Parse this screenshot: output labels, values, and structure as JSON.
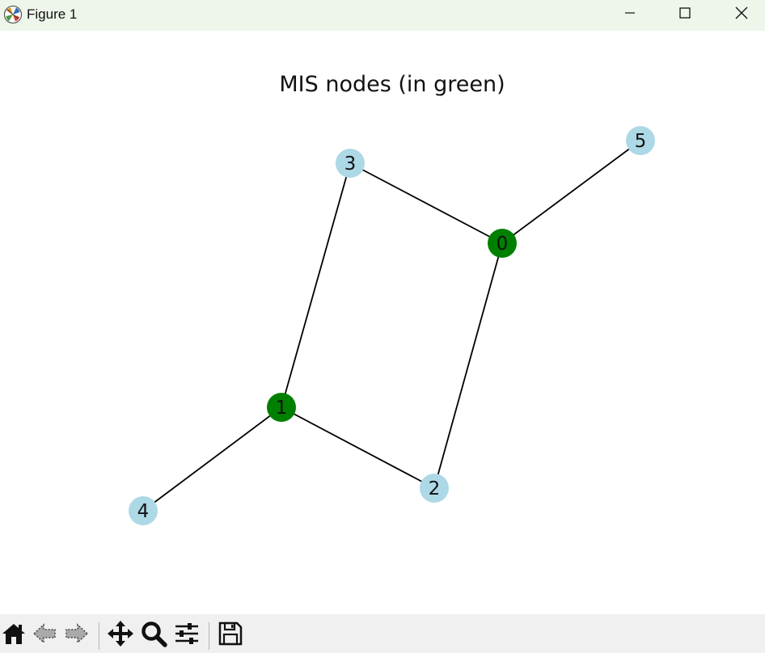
{
  "window": {
    "title": "Figure 1",
    "icons": {
      "app": "matplotlib-icon",
      "minimize": "minimize-icon",
      "maximize": "maximize-icon",
      "close": "close-icon"
    }
  },
  "toolbar": {
    "buttons": [
      {
        "name": "home-button",
        "icon": "home-icon"
      },
      {
        "name": "back-button",
        "icon": "back-arrow-icon"
      },
      {
        "name": "forward-button",
        "icon": "forward-arrow-icon"
      },
      {
        "name": "pan-button",
        "icon": "pan-move-icon"
      },
      {
        "name": "zoom-button",
        "icon": "zoom-magnifier-icon"
      },
      {
        "name": "configure-subplots-button",
        "icon": "sliders-icon"
      },
      {
        "name": "save-button",
        "icon": "floppy-disk-icon"
      }
    ]
  },
  "colors": {
    "mis_node": "#008000",
    "other_node": "#add8e6",
    "edge": "#000000",
    "titlebar": "#eef5ea",
    "toolbar": "#f0f0f0"
  },
  "chart_data": {
    "type": "graph",
    "title": "MIS nodes (in green)",
    "nodes": [
      {
        "id": "0",
        "label": "0",
        "in_mis": true
      },
      {
        "id": "1",
        "label": "1",
        "in_mis": true
      },
      {
        "id": "2",
        "label": "2",
        "in_mis": false
      },
      {
        "id": "3",
        "label": "3",
        "in_mis": false
      },
      {
        "id": "4",
        "label": "4",
        "in_mis": false
      },
      {
        "id": "5",
        "label": "5",
        "in_mis": false
      }
    ],
    "edges": [
      [
        "0",
        "2"
      ],
      [
        "0",
        "3"
      ],
      [
        "0",
        "5"
      ],
      [
        "1",
        "2"
      ],
      [
        "1",
        "3"
      ],
      [
        "1",
        "4"
      ]
    ]
  }
}
